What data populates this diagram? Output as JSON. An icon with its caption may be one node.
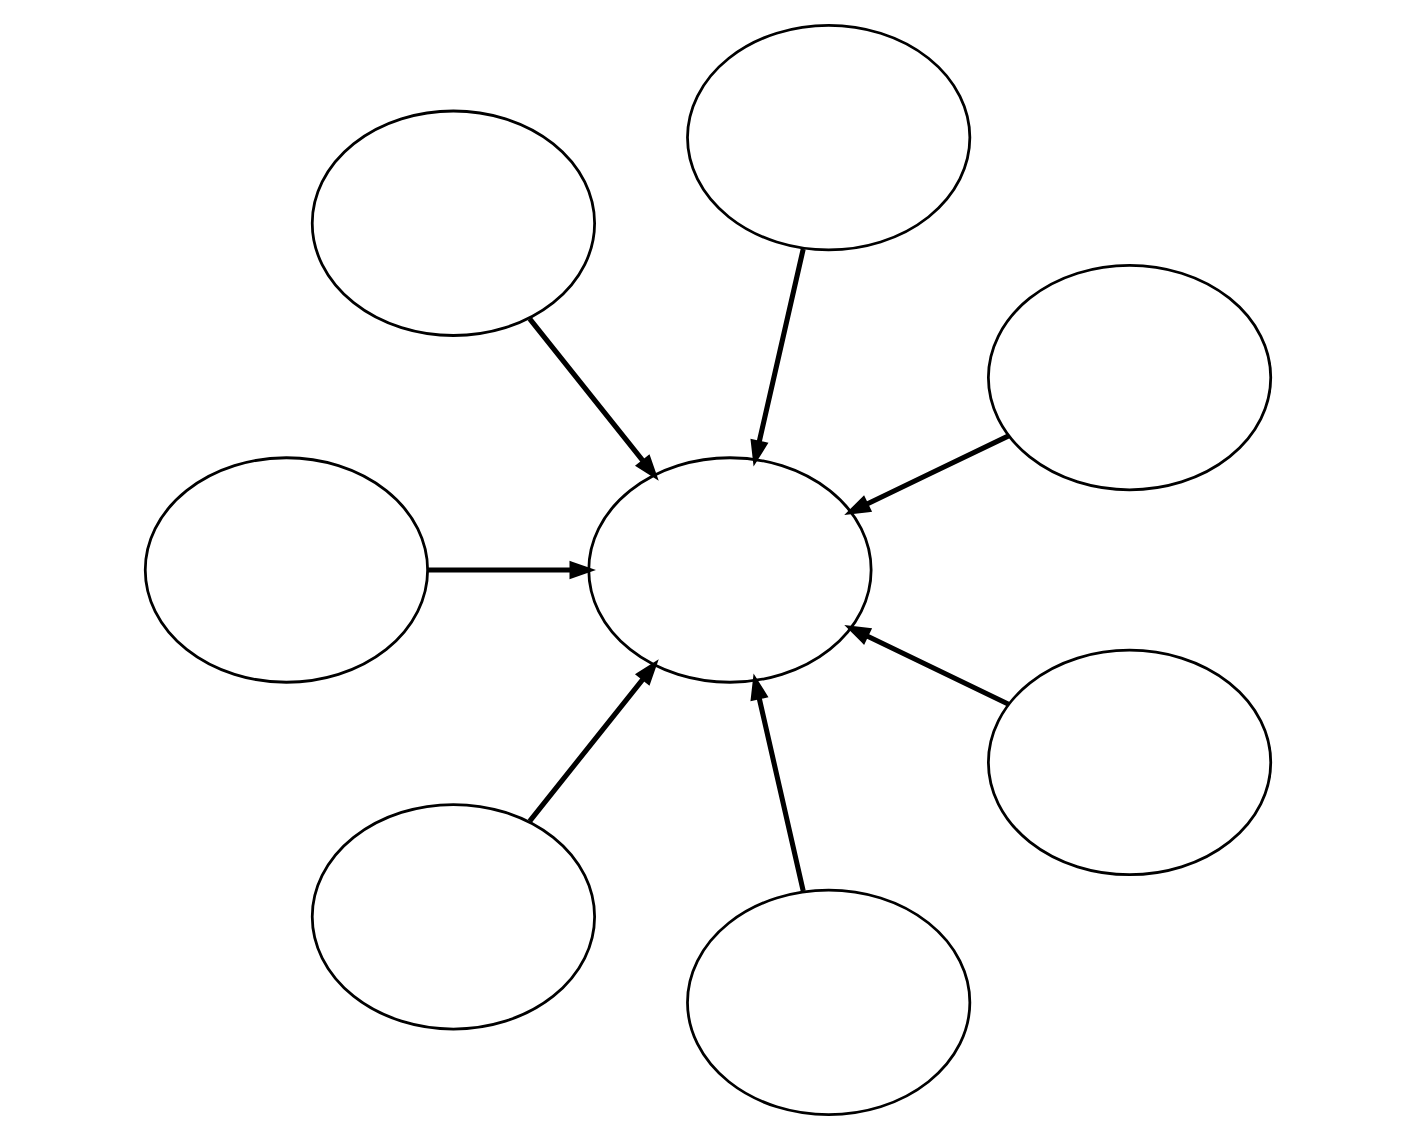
{
  "diagram": {
    "nodes": [
      {
        "text": [],
        "shape": "ellipse"
      },
      {
        "text": [],
        "shape": "ellipse"
      },
      {
        "text": [],
        "shape": "ellipse"
      },
      {
        "text": [],
        "shape": "ellipse"
      },
      {
        "text": [],
        "shape": "ellipse"
      },
      {
        "text": [],
        "shape": "ellipse"
      },
      {
        "text": [],
        "shape": "ellipse"
      },
      {
        "text": [],
        "shape": "ellipse"
      }
    ],
    "edges": [
      {
        "from": 0,
        "to": 3,
        "arrow": "to"
      },
      {
        "from": 1,
        "to": 3,
        "arrow": "to"
      },
      {
        "from": 2,
        "to": 3,
        "arrow": "to"
      },
      {
        "from": 4,
        "to": 3,
        "arrow": "to"
      },
      {
        "from": 5,
        "to": 3,
        "arrow": "to"
      },
      {
        "from": 6,
        "to": 3,
        "arrow": "to"
      },
      {
        "from": 7,
        "to": 3,
        "arrow": "to"
      }
    ]
  }
}
